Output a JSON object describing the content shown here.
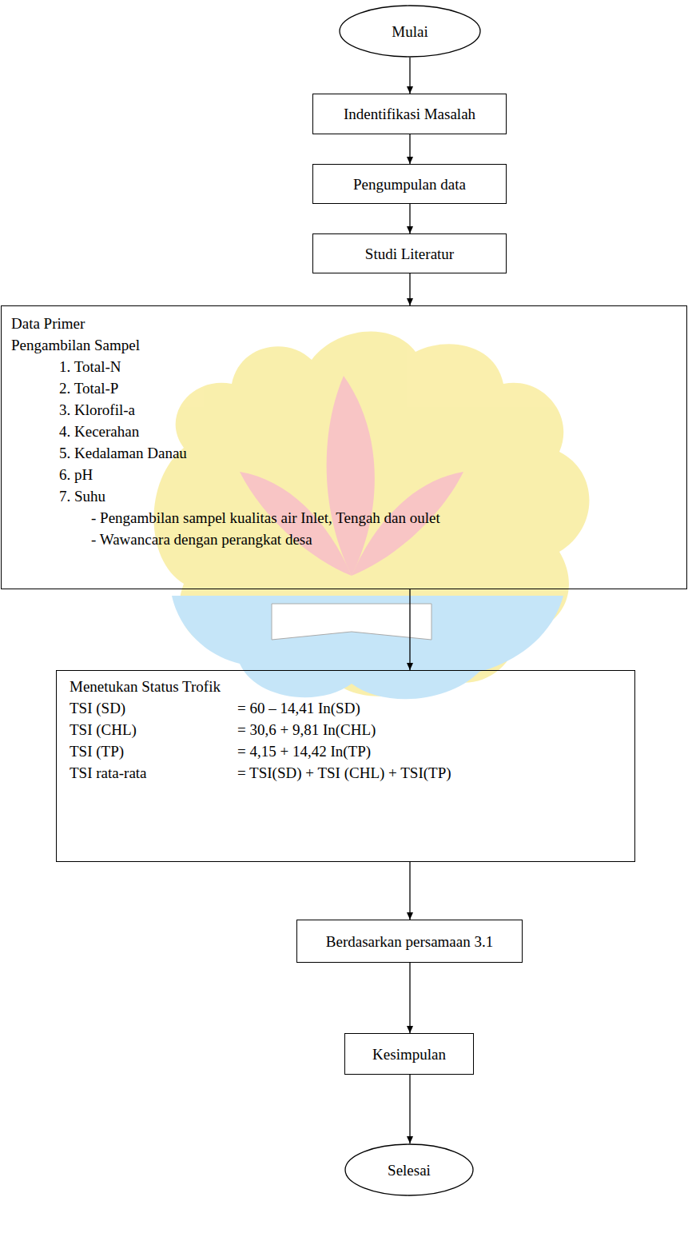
{
  "diagram": {
    "nodes": [
      {
        "text": [
          "Mulai"
        ]
      },
      {
        "text": [
          "Indentifikasi Masalah"
        ]
      },
      {
        "text": [
          "Pengumpulan data"
        ]
      },
      {
        "text": [
          "Studi Literatur"
        ]
      },
      {
        "text": [
          "Data Primer",
          "Pengambilan Sampel",
          "1. Total-N",
          "2. Total-P",
          "3. Klorofil-a",
          "4. Kecerahan",
          "5. Kedalaman Danau",
          "6. pH",
          "7. Suhu",
          "- Pengambilan sampel kualitas air Inlet, Tengah dan oulet",
          "- Wawancara dengan perangkat desa"
        ]
      },
      {
        "text": [
          "Menetukan Status Trofik",
          "TSI (SD)",
          "= 60 – 14,41 In(SD)",
          "TSI (CHL)",
          "= 30,6 + 9,81 In(CHL)",
          "TSI (TP)",
          "= 4,15 + 14,42 In(TP)",
          "TSI rata-rata",
          "= TSI(SD) + TSI (CHL) + TSI(TP)"
        ]
      },
      {
        "text": [
          "Berdasarkan persamaan 3.1"
        ]
      },
      {
        "text": [
          "Kesimpulan"
        ]
      },
      {
        "text": [
          "Selesai"
        ]
      }
    ],
    "edges": [
      {
        "from": 0,
        "to": 1,
        "arrow": "to"
      },
      {
        "from": 1,
        "to": 2,
        "arrow": "to"
      },
      {
        "from": 2,
        "to": 3,
        "arrow": "to"
      },
      {
        "from": 3,
        "to": 4,
        "arrow": "to"
      },
      {
        "from": 4,
        "to": 5,
        "arrow": "to"
      },
      {
        "from": 5,
        "to": 6,
        "arrow": "to"
      },
      {
        "from": 6,
        "to": 7,
        "arrow": "to"
      },
      {
        "from": 7,
        "to": 8,
        "arrow": "to"
      }
    ]
  }
}
